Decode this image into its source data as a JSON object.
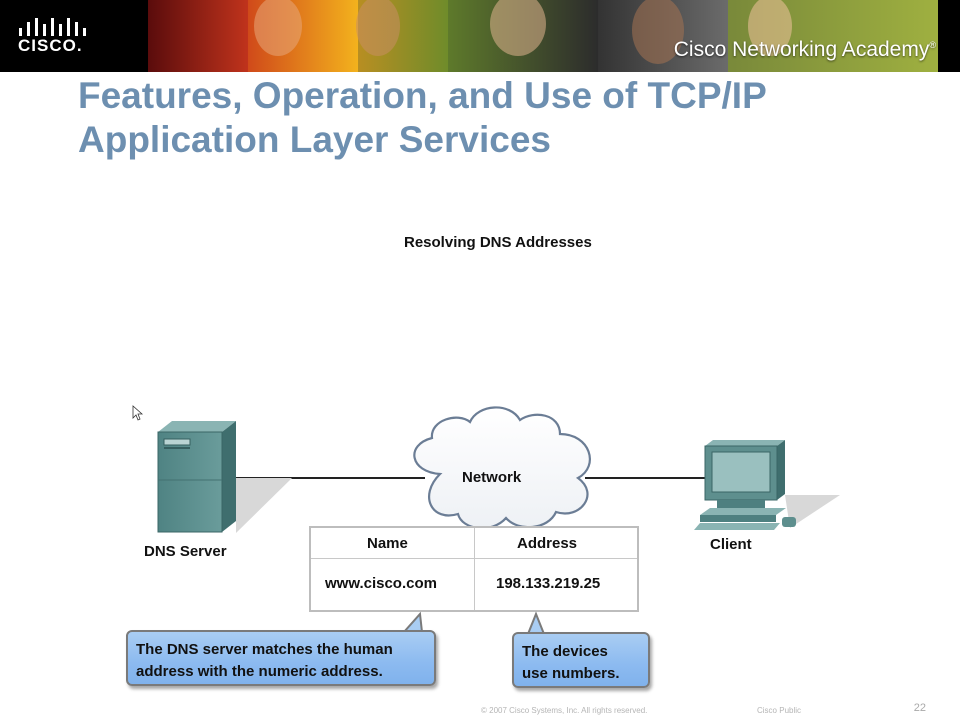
{
  "header": {
    "logo_text": "CISCO.",
    "academy_text": "Cisco Networking Academy",
    "academy_mark": "®"
  },
  "slide": {
    "title_line1": "Features, Operation, and Use of TCP/IP",
    "title_line2": "Application Layer Services"
  },
  "figure": {
    "title": "Resolving DNS Addresses",
    "server_label": "DNS Server",
    "client_label": "Client",
    "network_label": "Network",
    "table": {
      "headers": [
        "Name",
        "Address"
      ],
      "row": [
        "www.cisco.com",
        "198.133.219.25"
      ]
    },
    "callouts": {
      "server_line1": "The DNS server matches the human",
      "server_line2": "address with the numeric address.",
      "devices_line1": "The devices",
      "devices_line2": "use numbers."
    },
    "colors": {
      "title": "#6d8fb0",
      "device_teal": "#5e8f8e",
      "arrow": "#e8641b",
      "callout_blue": "#8cbaf0"
    }
  },
  "footer": {
    "copyright": "© 2007 Cisco Systems, Inc. All rights reserved.",
    "classification": "Cisco Public",
    "page_number": "22"
  }
}
